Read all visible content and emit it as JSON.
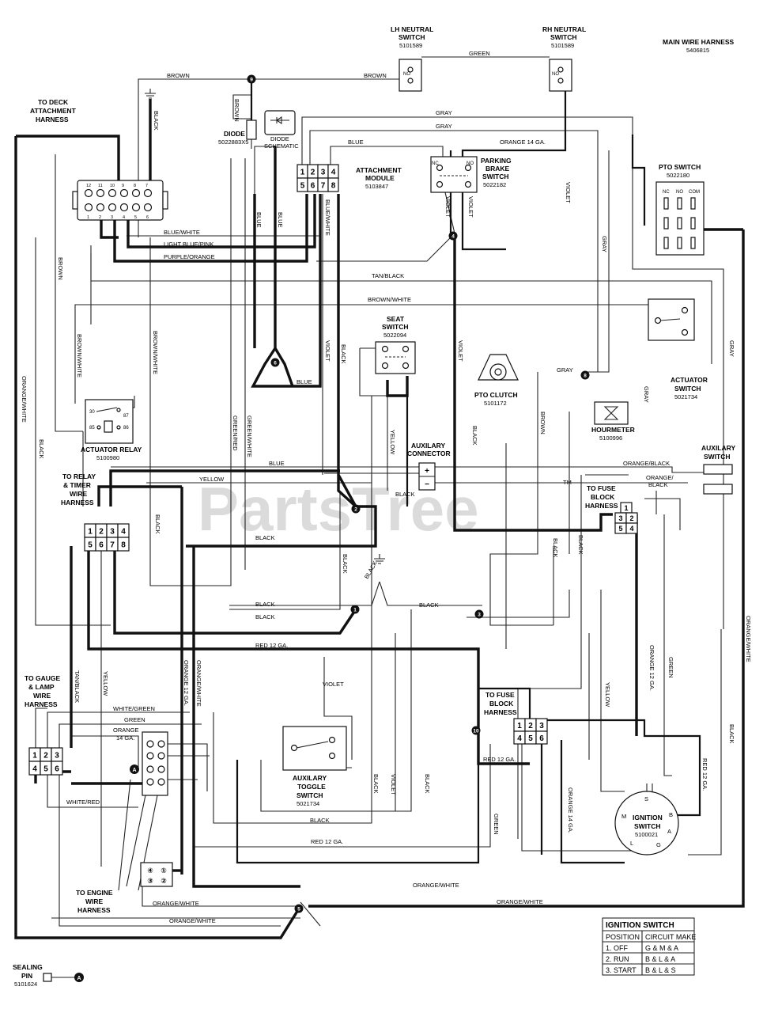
{
  "labels": {
    "main_harness": "MAIN WIRE HARNESS",
    "main_harness_pn": "5406815",
    "lh_neutral_1": "LH NEUTRAL",
    "lh_neutral_2": "SWITCH",
    "lh_neutral_pn": "5101589",
    "rh_neutral_1": "RH NEUTRAL",
    "rh_neutral_2": "SWITCH",
    "rh_neutral_pn": "5101589",
    "deck_1": "TO DECK",
    "deck_2": "ATTACHMENT",
    "deck_3": "HARNESS",
    "diode": "DIODE",
    "diode_pn": "5022883X5",
    "diode_schematic_1": "DIODE",
    "diode_schematic_2": "SCHEMATIC",
    "attach_1": "ATTACHMENT",
    "attach_2": "MODULE",
    "attach_pn": "5103847",
    "pbrake_1": "PARKING",
    "pbrake_2": "BRAKE",
    "pbrake_3": "SWITCH",
    "pbrake_pn": "5022182",
    "pto_switch": "PTO SWITCH",
    "pto_switch_pn": "5022180",
    "seat_1": "SEAT",
    "seat_2": "SWITCH",
    "seat_pn": "5022094",
    "pto_clutch": "PTO CLUTCH",
    "pto_clutch_pn": "5101172",
    "actuator_sw_1": "ACTUATOR",
    "actuator_sw_2": "SWITCH",
    "actuator_sw_pn": "5021734",
    "hourmeter": "HOURMETER",
    "hourmeter_pn": "5100996",
    "actuator_relay": "ACTUATOR RELAY",
    "actuator_relay_pn": "5100980",
    "aux_conn_1": "AUXILARY",
    "aux_conn_2": "CONNECTOR",
    "aux_switch_1": "AUXILARY",
    "aux_switch_2": "SWITCH",
    "relay_timer_1": "TO RELAY",
    "relay_timer_2": "& TIMER",
    "relay_timer_3": "WIRE",
    "relay_timer_4": "HARNESS",
    "fuse_top_1": "TO FUSE",
    "fuse_top_2": "BLOCK",
    "fuse_top_3": "HARNESS",
    "fuse_bot_1": "TO FUSE",
    "fuse_bot_2": "BLOCK",
    "fuse_bot_3": "HARNESS",
    "gauge_1": "TO GAUGE",
    "gauge_2": "& LAMP",
    "gauge_3": "WIRE",
    "gauge_4": "HARNESS",
    "aux_toggle_1": "AUXILARY",
    "aux_toggle_2": "TOGGLE",
    "aux_toggle_3": "SWITCH",
    "aux_toggle_pn": "5021734",
    "engine_1": "TO ENGINE",
    "engine_2": "WIRE",
    "engine_3": "HARNESS",
    "ignition_1": "IGNITION",
    "ignition_2": "SWITCH",
    "ignition_pn": "5100021",
    "sealing_1": "SEALING",
    "sealing_2": "PIN",
    "sealing_pn": "5101624",
    "watermark": "PartsTree",
    "tm": "TM"
  },
  "wires": {
    "brown": "BROWN",
    "green": "GREEN",
    "gray": "GRAY",
    "black": "BLACK",
    "blue": "BLUE",
    "orange14": "ORANGE 14 GA.",
    "orange14_alt": "ORANGE\n14 GA.",
    "violet": "VIOLET",
    "blue_white": "BLUE/WHITE",
    "light_blue_pink": "LIGHT BLUE/PINK",
    "purple_orange": "PURPLE/ORANGE",
    "tan_black": "TAN/BLACK",
    "brown_white": "BROWN/WHITE",
    "orange_white": "ORANGE/WHITE",
    "green_red": "GREEN/RED",
    "green_white": "GREEN/WHITE",
    "yellow": "YELLOW",
    "orange_black": "ORANGE/BLACK",
    "orange_slash": "ORANGE/",
    "black_short": "BLACK",
    "red12": "RED 12 GA.",
    "orange12": "ORANGE 12 GA.",
    "white_green": "WHITE/GREEN",
    "white_red": "WHITE/RED",
    "orange": "ORANGE",
    "ga14": "14 GA."
  },
  "terminals": {
    "nc": "NC",
    "no": "NO",
    "com": "COM",
    "relay_30": "30",
    "relay_87": "87",
    "relay_85": "85",
    "relay_86": "86",
    "ign_s": "S",
    "ign_m": "M",
    "ign_b": "B",
    "ign_a": "A",
    "ign_l": "L",
    "ign_g": "G",
    "plus": "+",
    "minus": "−",
    "pin_a": "A"
  },
  "connector_numbers": {
    "c8": [
      "1",
      "2",
      "3",
      "4",
      "5",
      "6",
      "7",
      "8"
    ],
    "c4": [
      "1",
      "2",
      "3",
      "4"
    ],
    "c6": [
      "1",
      "2",
      "3",
      "4",
      "5",
      "6"
    ],
    "deck_top": [
      "12",
      "11",
      "10",
      "9",
      "8",
      "7"
    ],
    "deck_bot": [
      "1",
      "2",
      "3",
      "4",
      "5",
      "6"
    ],
    "engine": [
      "④",
      "①",
      "③",
      "②"
    ]
  },
  "nodes": [
    "9",
    "4",
    "6",
    "2",
    "1",
    "3",
    "10",
    "5",
    "8"
  ],
  "ignition_table": {
    "title": "IGNITION SWITCH",
    "headers": [
      "POSITION",
      "CIRCUIT MAKE"
    ],
    "rows": [
      [
        "1. OFF",
        "G & M & A"
      ],
      [
        "2. RUN",
        "B & L & A"
      ],
      [
        "3. START",
        "B & L & S"
      ]
    ]
  }
}
